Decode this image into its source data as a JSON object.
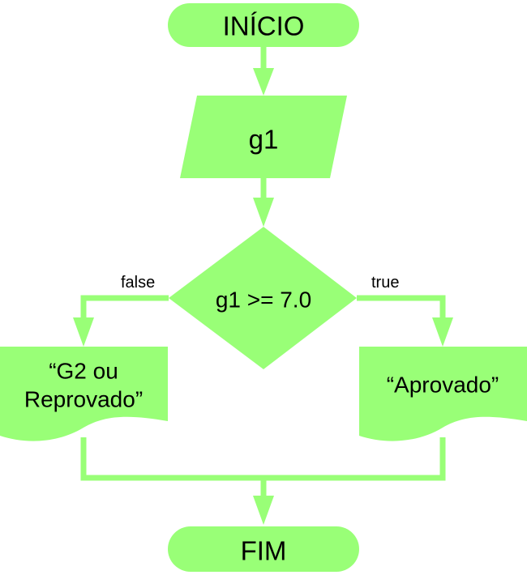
{
  "diagram": {
    "start_label": "INÍCIO",
    "input_label": "g1",
    "decision_label": "g1 >= 7.0",
    "false_branch_label": "false",
    "true_branch_label": "true",
    "false_output_line1": "“G2 ou",
    "false_output_line2": "Reprovado”",
    "true_output_label": "“Aprovado”",
    "end_label": "FIM"
  },
  "colors": {
    "shape_fill": "#99ff77",
    "connector": "#99ff77",
    "text": "#000000"
  }
}
